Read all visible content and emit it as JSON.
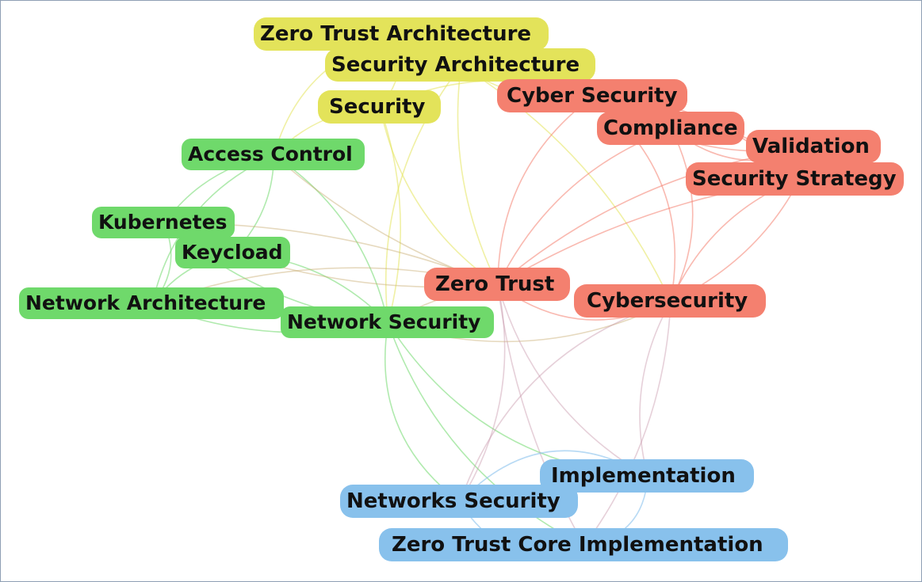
{
  "clusters": {
    "yellow": "#e3e35a",
    "green": "#6fd96b",
    "red": "#f4806f",
    "blue": "#88c1ec"
  },
  "nodes": {
    "zero_trust_architecture": {
      "label": "Zero Trust Architecture",
      "cluster": "yellow"
    },
    "security_architecture": {
      "label": "Security Architecture",
      "cluster": "yellow"
    },
    "security": {
      "label": "Security",
      "cluster": "yellow"
    },
    "access_control": {
      "label": "Access Control",
      "cluster": "green"
    },
    "kubernetes": {
      "label": "Kubernetes",
      "cluster": "green"
    },
    "keycloak": {
      "label": "Keycload",
      "cluster": "green"
    },
    "network_architecture": {
      "label": "Network Architecture",
      "cluster": "green"
    },
    "network_security": {
      "label": "Network Security",
      "cluster": "green"
    },
    "cyber_security": {
      "label": "Cyber Security",
      "cluster": "red"
    },
    "compliance": {
      "label": "Compliance",
      "cluster": "red"
    },
    "validation": {
      "label": "Validation",
      "cluster": "red"
    },
    "security_strategy": {
      "label": "Security Strategy",
      "cluster": "red"
    },
    "zero_trust": {
      "label": "Zero Trust",
      "cluster": "red"
    },
    "cybersecurity": {
      "label": "Cybersecurity",
      "cluster": "red"
    },
    "implementation": {
      "label": "Implementation",
      "cluster": "blue"
    },
    "networks_security": {
      "label": "Networks Security",
      "cluster": "blue"
    },
    "zero_trust_core_implementation": {
      "label": "Zero Trust Core Implementation",
      "cluster": "blue"
    }
  }
}
